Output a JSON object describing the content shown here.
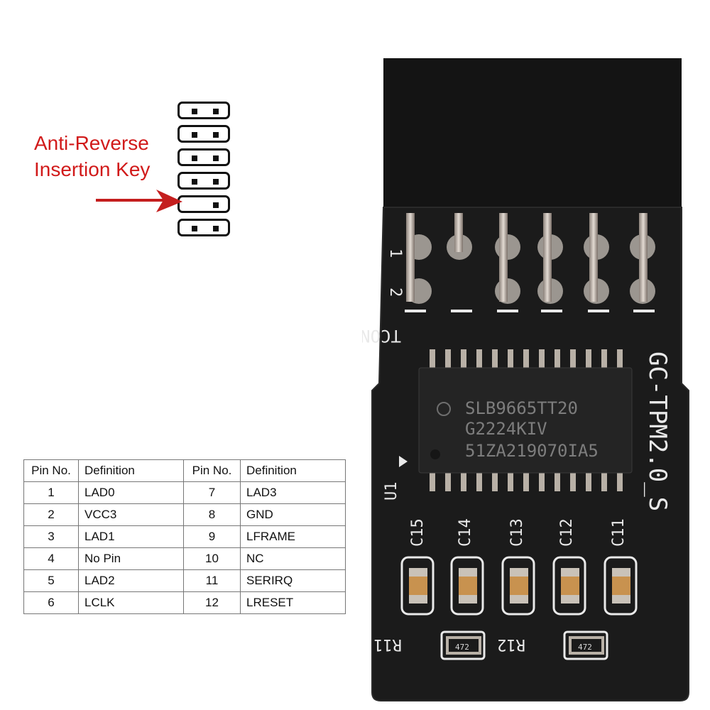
{
  "annotation": {
    "line1": "Anti-Reverse",
    "line2": "Insertion Key"
  },
  "pin_table": {
    "headers": [
      "Pin No.",
      "Definition",
      "Pin No.",
      "Definition"
    ],
    "rows": [
      {
        "pin_a": "1",
        "def_a": "LAD0",
        "pin_b": "7",
        "def_b": "LAD3"
      },
      {
        "pin_a": "2",
        "def_a": "VCC3",
        "pin_b": "8",
        "def_b": "GND"
      },
      {
        "pin_a": "3",
        "def_a": "LAD1",
        "pin_b": "9",
        "def_b": "LFRAME"
      },
      {
        "pin_a": "4",
        "def_a": "No Pin",
        "pin_b": "10",
        "def_b": "NC"
      },
      {
        "pin_a": "5",
        "def_a": "LAD2",
        "pin_b": "11",
        "def_b": "SERIRQ"
      },
      {
        "pin_a": "6",
        "def_a": "LCLK",
        "pin_b": "12",
        "def_b": "LRESET"
      }
    ]
  },
  "board": {
    "model_label": "GC-TPM2.0_S",
    "connector_label": "TCON",
    "pin1_label": "1",
    "pin2_label": "2",
    "chip_ref": "U1",
    "chip_line1": "SLB9665TT20",
    "chip_line2": "G2224KIV",
    "chip_line3": "51ZA219070IA5",
    "capacitors": [
      "C15",
      "C14",
      "C13",
      "C12",
      "C11"
    ],
    "resistors": [
      {
        "ref": "R11",
        "code": "472"
      },
      {
        "ref": "R12",
        "code": "472"
      }
    ]
  },
  "colors": {
    "annotation": "#d11a1a",
    "pcb": "#1b1b1b",
    "silkscreen": "#e9e9e9"
  }
}
